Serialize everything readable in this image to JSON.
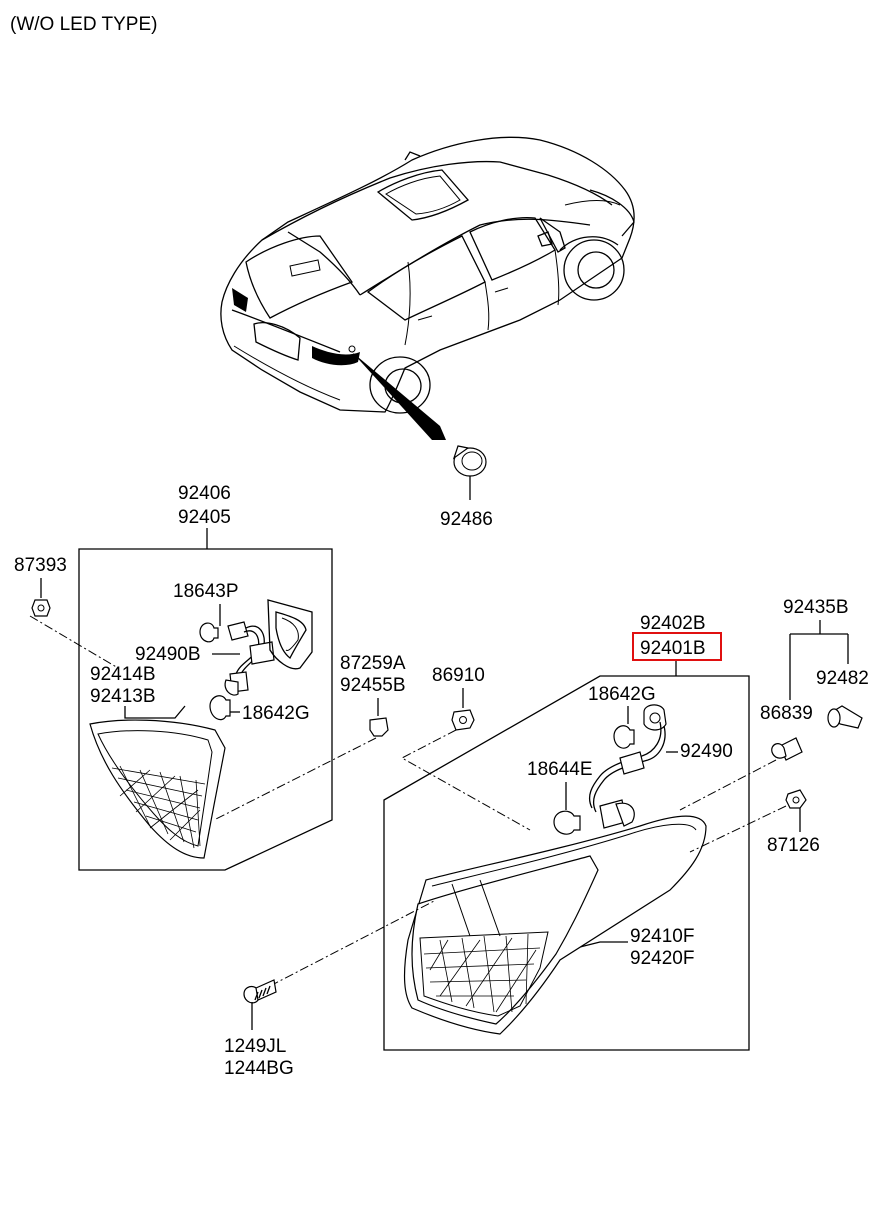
{
  "header": {
    "title": "(W/O LED TYPE)"
  },
  "parts": {
    "p92486": "92486",
    "p92406": "92406",
    "p92405": "92405",
    "p87393": "87393",
    "p18643P": "18643P",
    "p92490B": "92490B",
    "p92414B": "92414B",
    "p92413B": "92413B",
    "p18642G_inner": "18642G",
    "p87259A": "87259A",
    "p92455B": "92455B",
    "p86910": "86910",
    "p92402B": "92402B",
    "p92401B": "92401B",
    "p92435B": "92435B",
    "p92482": "92482",
    "p18642G_outer": "18642G",
    "p92490": "92490",
    "p86839": "86839",
    "p18644E": "18644E",
    "p87126": "87126",
    "p92410F": "92410F",
    "p92420F": "92420F",
    "p1249JL": "1249JL",
    "p1244BG": "1244BG"
  },
  "highlight": {
    "part": "92401B",
    "color": "#e01010"
  }
}
